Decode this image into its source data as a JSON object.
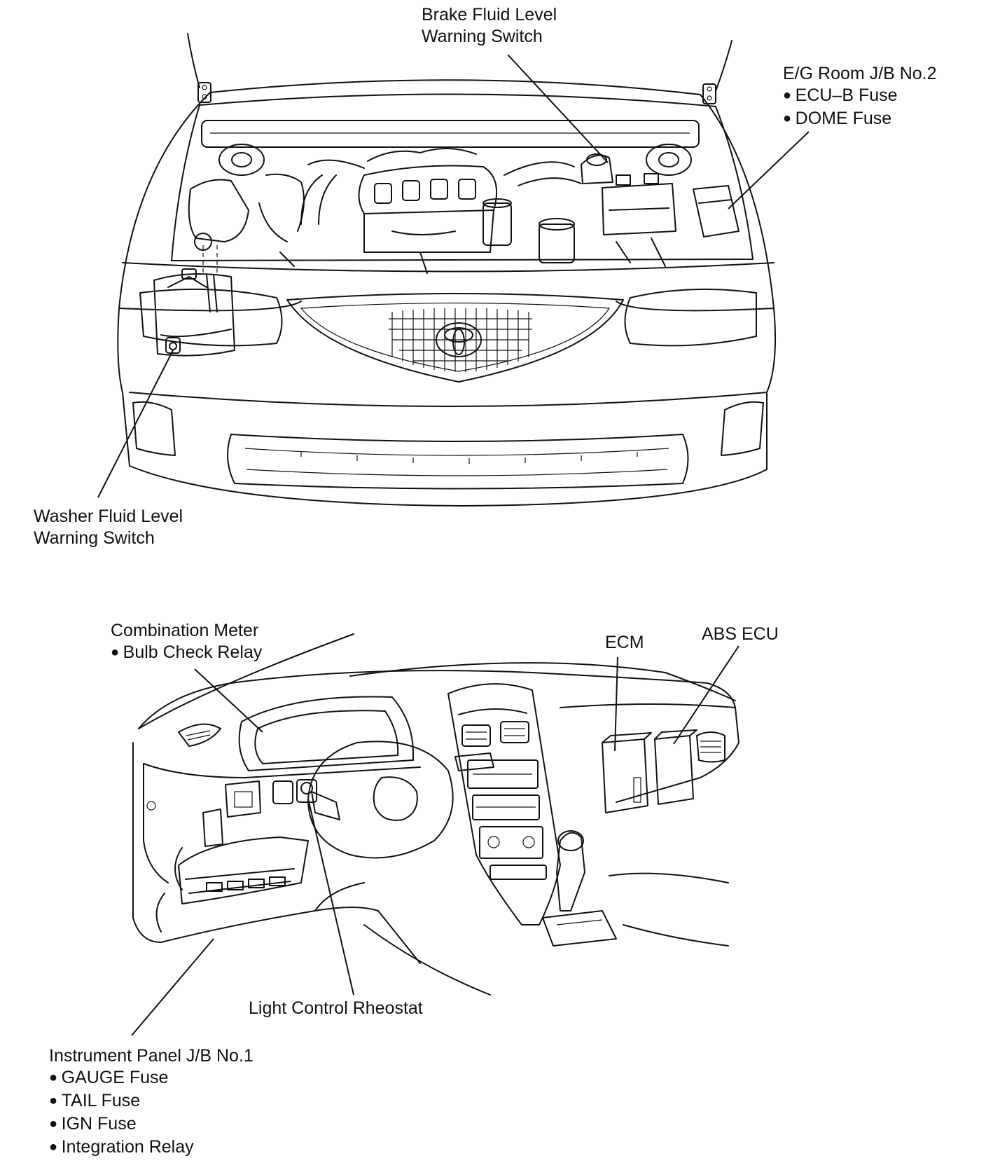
{
  "labels": {
    "brake_switch": [
      "Brake Fluid Level",
      "Warning Switch"
    ],
    "eg_room_jb": {
      "title": "E/G Room J/B No.2",
      "items": [
        "ECU–B Fuse",
        "DOME Fuse"
      ]
    },
    "washer_switch": [
      "Washer Fluid Level",
      "Warning Switch"
    ],
    "combination_meter": {
      "title": "Combination Meter",
      "items": [
        "Bulb Check Relay"
      ]
    },
    "ecm": "ECM",
    "abs_ecu": "ABS ECU",
    "light_control": "Light Control Rheostat",
    "instrument_panel_jb": {
      "title": "Instrument Panel J/B No.1",
      "items": [
        "GAUGE Fuse",
        "TAIL Fuse",
        "IGN Fuse",
        "Integration Relay"
      ]
    }
  }
}
